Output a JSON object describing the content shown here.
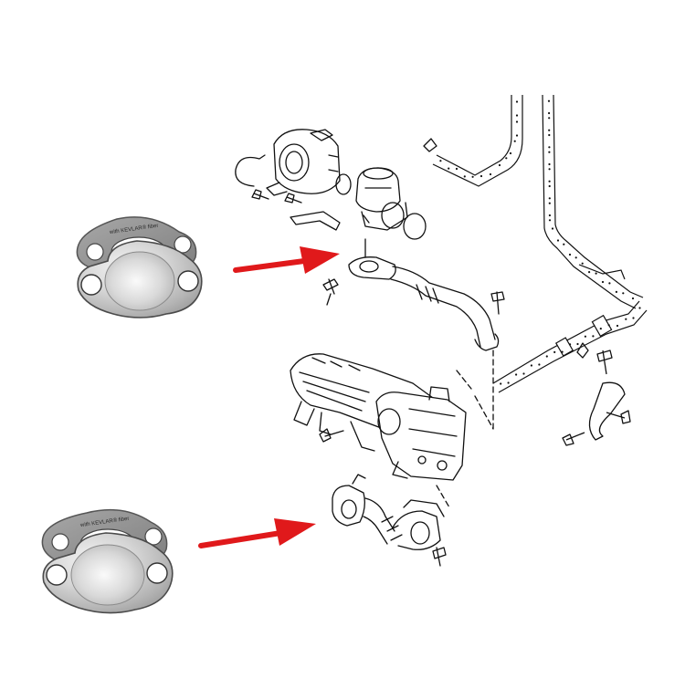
{
  "figure": {
    "background": "#ffffff",
    "line_color": "#111111",
    "arrow_color": "#e0191b",
    "plate_color": "#c8c8c8",
    "gasket_color": "#8e8e8e"
  },
  "plates": [
    {
      "id": "upper",
      "gasket_print": "with KEVLAR® fiber"
    },
    {
      "id": "lower",
      "gasket_print": "with KEVLAR® fiber"
    }
  ],
  "arrows": [
    {
      "id": "upper",
      "icon": "red-arrow-right-icon"
    },
    {
      "id": "lower",
      "icon": "red-arrow-right-icon"
    }
  ]
}
